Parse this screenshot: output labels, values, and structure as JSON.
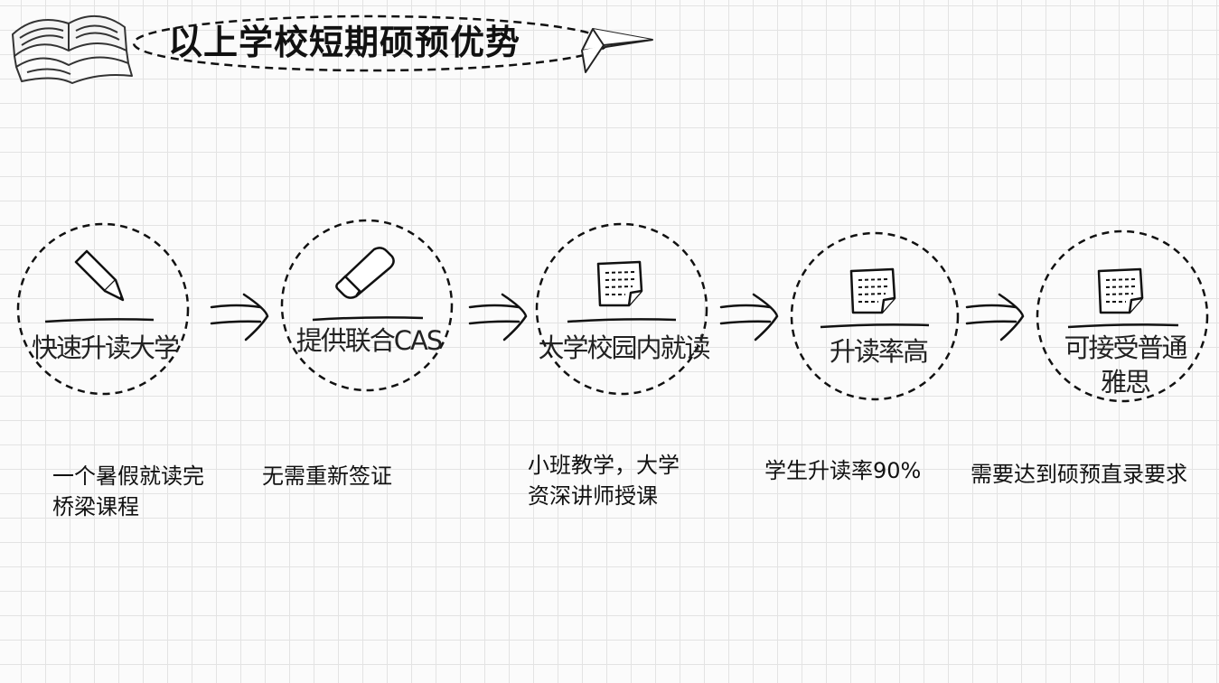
{
  "title": "以上学校短期硕预优势",
  "steps": [
    {
      "icon": "pencil-icon",
      "label": "快速升读大学",
      "description": "一个暑假就读完桥梁课程"
    },
    {
      "icon": "eraser-icon",
      "label": "提供联合CAS",
      "description": "无需重新签证"
    },
    {
      "icon": "notepad-icon",
      "label": "大学校园内就读",
      "description": "小班教学，大学资深讲师授课"
    },
    {
      "icon": "notepad-icon",
      "label": "升读率高",
      "description": "学生升读率90%"
    },
    {
      "icon": "notepad-icon",
      "label": "可接受普通雅思",
      "description": "需要达到硕预直录要求"
    }
  ],
  "colors": {
    "ink": "#111111",
    "grid": "#e3e3e3",
    "background": "#fbfbfb"
  }
}
